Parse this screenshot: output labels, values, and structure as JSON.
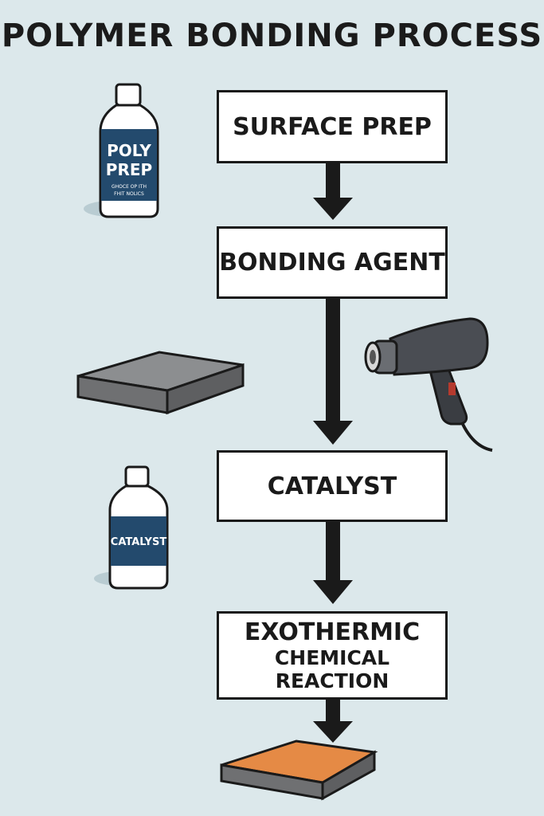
{
  "title": "POLYMER BONDING PROCESS",
  "steps": [
    {
      "label": "SURFACE PREP"
    },
    {
      "label": "BONDING AGENT"
    },
    {
      "label": "CATALYST"
    },
    {
      "label_line1": "EXOTHERMIC",
      "label_line2": "CHEMICAL REACTION"
    }
  ],
  "bottle1": {
    "line1": "POLY",
    "line2": "PREP",
    "small1": "GHOCE OP ITH",
    "small2": "FHIT NOLICS"
  },
  "bottle2": {
    "label": "CATALYST"
  },
  "colors": {
    "background": "#dce8eb",
    "label_blue": "#234a6d",
    "orange": "#e58a45",
    "slab_gray": "#6f7072"
  }
}
